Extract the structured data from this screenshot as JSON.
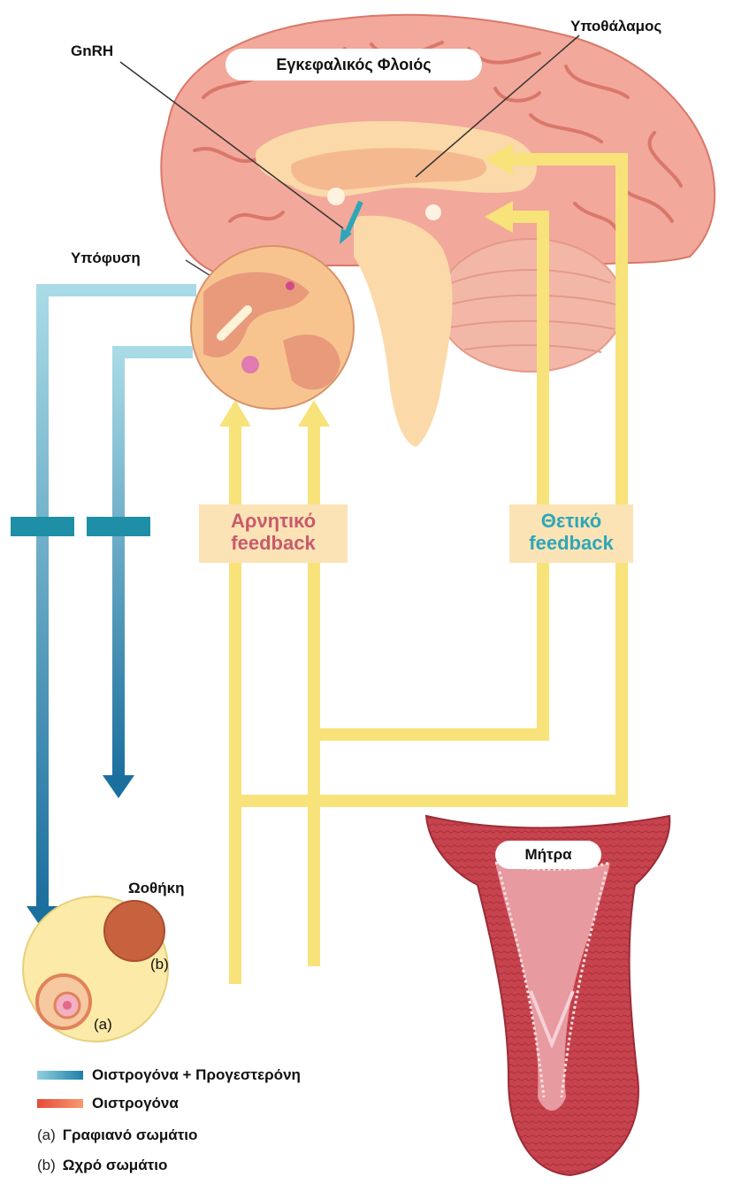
{
  "labels": {
    "cortex": "Εγκεφαλικός Φλοιός",
    "hypothalamus": "Υποθάλαμος",
    "gnrh": "GnRH",
    "pituitary": "Υπόφυση",
    "ovary": "Ωοθήκη",
    "uterus": "Μήτρα",
    "label_a": "(a)",
    "label_b": "(b)"
  },
  "feedback": {
    "negative_line1": "Αρνητικό",
    "negative_line2": "feedback",
    "positive_line1": "Θετικό",
    "positive_line2": "feedback"
  },
  "legend": {
    "items": [
      {
        "text": "Οιστρογόνα + Προγεστερόνη",
        "color": "#1f8fa8"
      },
      {
        "text": "Οιστρογόνα",
        "color": "#e8603a"
      }
    ],
    "key_a": "(a)",
    "key_a_text": "Γραφιανό σωμάτιο",
    "key_b": "(b)",
    "key_b_text": "Ωχρό σωμάτιο"
  },
  "colors": {
    "brain": "#f2a89a",
    "brain_fold": "#d9786a",
    "inner_brain": "#fbd9a8",
    "feedback_yellow": "#f8e27a",
    "teal_arrow": "#1f8fa8",
    "orange_arrow": "#e8603a",
    "uterus": "#c7434e",
    "negative_text": "#c95a6a",
    "positive_text": "#2fa6b8",
    "ovary_fill": "#fbeaa8"
  }
}
